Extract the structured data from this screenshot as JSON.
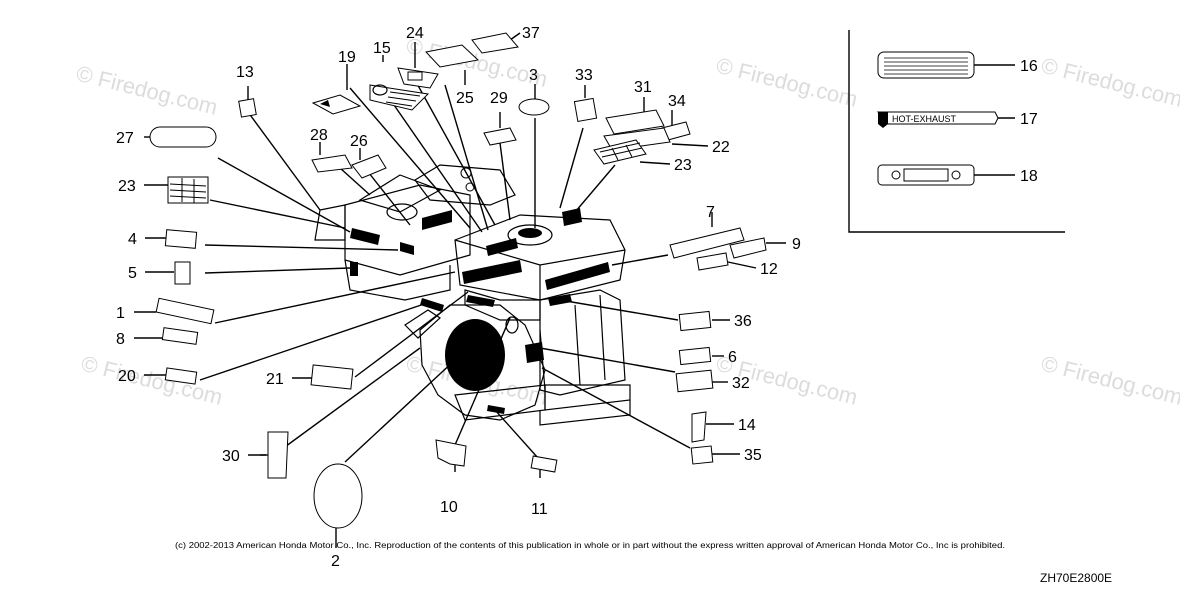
{
  "watermark": "© Firedog.com",
  "copyright": "(c) 2002-2013 American Honda Motor Co., Inc. Reproduction of the contents of this publication in whole or in part without the express written approval of American Honda Motor Co., Inc is prohibited.",
  "diagram_code": "ZH70E2800E",
  "inset_texts": {
    "hot_exhaust": "HOT-EXHAUST"
  },
  "callouts": [
    "1",
    "2",
    "3",
    "4",
    "5",
    "6",
    "7",
    "8",
    "9",
    "10",
    "11",
    "12",
    "13",
    "14",
    "15",
    "16",
    "17",
    "18",
    "19",
    "20",
    "21",
    "22",
    "23",
    "23",
    "24",
    "25",
    "26",
    "27",
    "28",
    "29",
    "30",
    "31",
    "32",
    "33",
    "34",
    "35",
    "36",
    "37"
  ]
}
